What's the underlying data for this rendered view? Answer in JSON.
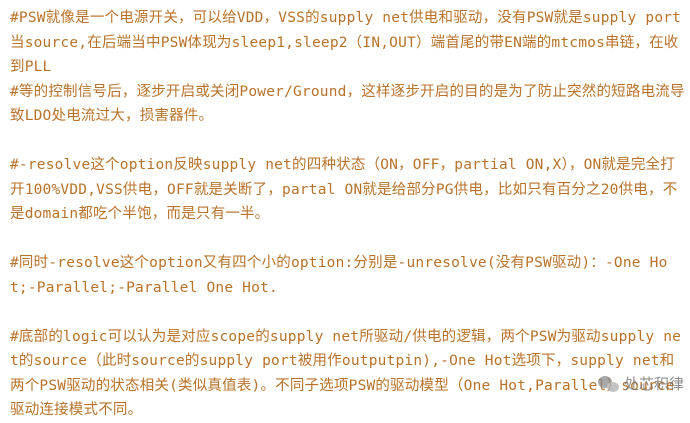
{
  "paragraphs": [
    [
      "#PSW就像是一个电源开关，可以给VDD，VSS的supply net供电和驱动，没有PSW就是supply port当source,在后端当中PSW体现为sleep1,sleep2（IN,OUT）端首尾的带EN端的mtcmos串链，在收到PLL",
      "#等的控制信号后，逐步开启或关闭Power/Ground，这样逐步开启的目的是为了防止突然的短路电流导致LDO处电流过大，损害器件。"
    ],
    [
      "#-resolve这个option反映supply net的四种状态（ON，OFF，partial ON,X），ON就是完全打开100%VDD,VSS供电，OFF就是关断了，partal ON就是给部分PG供电，比如只有百分之20供电，不是domain都吃个半饱，而是只有一半。"
    ],
    [
      "#同时-resolve这个option又有四个小的option:分别是-unresolve(没有PSW驱动)：-One Hot;-Parallel;-Parallel One Hot."
    ],
    [
      "#底部的logic可以认为是对应scope的supply net所驱动/供电的逻辑，两个PSW为驱动supply net的source（此时source的supply port被用作outputpin),-One Hot选项下，supply net和两个PSW驱动的状态相关(类似真值表)。不同子选项PSW的驱动模型（One Hot,Parallel）source驱动连接模式不同。"
    ]
  ],
  "watermark": {
    "icon": "wechat-icon",
    "text": "处芯积律"
  }
}
